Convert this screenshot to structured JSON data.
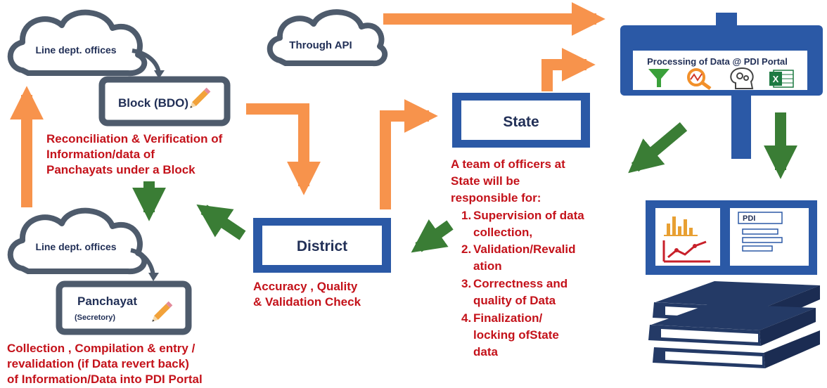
{
  "clouds": {
    "line_dept_top": "Line dept. offices",
    "through_api": "Through API",
    "line_dept_bottom": "Line dept. offices"
  },
  "boxes": {
    "block": "Block (BDO)",
    "panchayat": "Panchayat",
    "panchayat_sub": "(Secretory)",
    "district": "District",
    "state": "State"
  },
  "portal": {
    "title": "Processing of Data @ PDI Portal",
    "excel_letter": "X",
    "report_label": "PDI"
  },
  "notes": {
    "block": [
      "Reconciliation & Verification of",
      "Information/data of",
      "Panchayats under a Block"
    ],
    "district": [
      "Accuracy , Quality",
      "& Validation Check"
    ],
    "panchayat": [
      "Collection , Compilation  & entry /",
      "revalidation (if Data revert back)",
      "of Information/Data into PDI Portal"
    ],
    "state_intro": [
      "A team of officers at",
      "State will be",
      "responsible for:"
    ],
    "state_list": [
      {
        "num": "1.",
        "lines": [
          "Supervision of data",
          "collection,"
        ]
      },
      {
        "num": "2.",
        "lines": [
          "Validation/Revalid",
          "ation"
        ]
      },
      {
        "num": "3.",
        "lines": [
          "Correctness and",
          "quality of Data"
        ]
      },
      {
        "num": "4.",
        "lines": [
          "Finalization/",
          "locking ofState",
          "data"
        ]
      }
    ]
  },
  "colors": {
    "orange": "#f7934c",
    "green": "#3a7d35",
    "navy": "#223057",
    "blue": "#2b59a6",
    "red": "#c4121a",
    "gray": "#4e5b6c"
  }
}
